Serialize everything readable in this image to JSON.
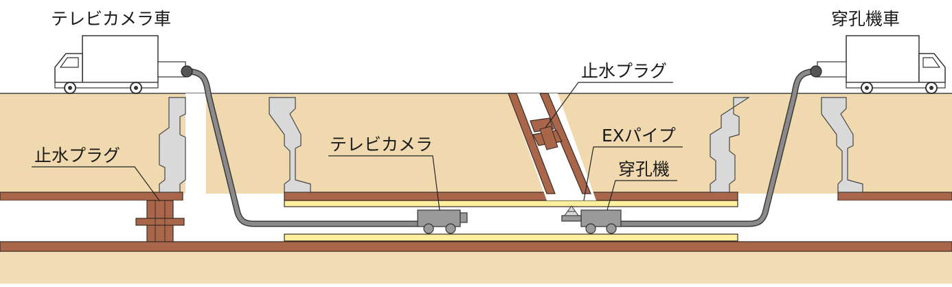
{
  "labels": {
    "tv_camera_truck": "テレビカメラ車",
    "drilling_truck": "穿孔機車",
    "water_stop_plug_left": "止水プラグ",
    "water_stop_plug_right": "止水プラグ",
    "tv_camera": "テレビカメラ",
    "ex_pipe": "EXパイプ",
    "drilling_machine": "穿孔機"
  },
  "colors": {
    "soil": "#f0d9ae",
    "soil_lower": "#f2ddb7",
    "pipe_wall": "#a9664a",
    "pipe_outline": "#3a2a22",
    "ex_pipe": "#fcef9e",
    "manhole": "#d9d9d9",
    "cable": "#8a8a8a",
    "vehicle": "#ffffff",
    "machine": "#9a9a9a"
  }
}
